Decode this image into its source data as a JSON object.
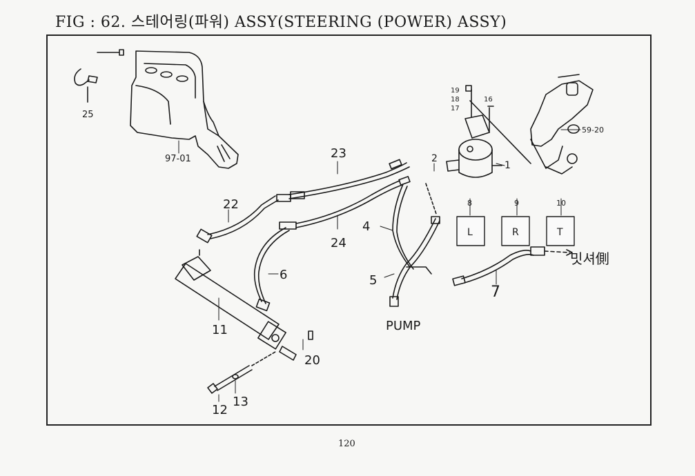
{
  "title": "FIG : 62. 스테어링(파워) ASSY(STEERING (POWER) ASSY)",
  "page_number": "120",
  "boxes": [
    {
      "num": "8",
      "letter": "L"
    },
    {
      "num": "9",
      "letter": "R"
    },
    {
      "num": "10",
      "letter": "T"
    }
  ],
  "callouts": {
    "c25": "25",
    "c9701": "97-01",
    "c19": "19",
    "c18": "18",
    "c17": "17",
    "c16": "16",
    "c5920": "59-20",
    "c1": "1",
    "c2": "2",
    "c23": "23",
    "c22": "22",
    "c24": "24",
    "c4": "4",
    "c5": "5",
    "c6": "6",
    "c7": "7",
    "c11": "11",
    "c12": "12",
    "c13": "13",
    "c20": "20"
  },
  "pump_label": "PUMP",
  "handwritten_note": "밋셔側"
}
